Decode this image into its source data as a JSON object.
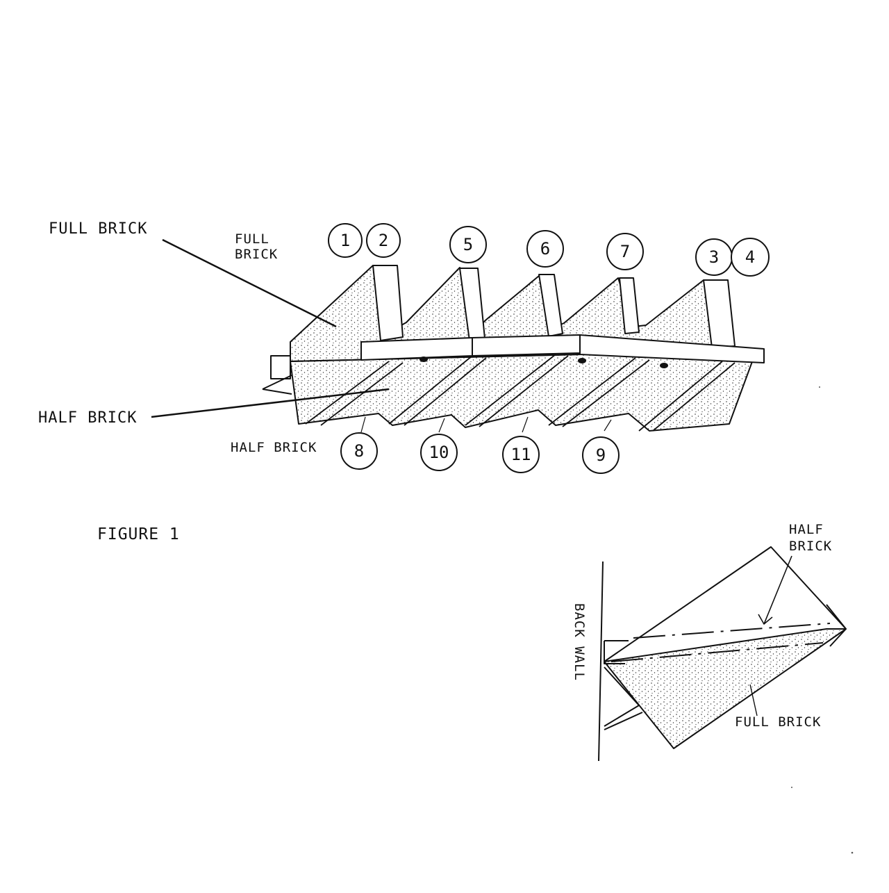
{
  "labels": {
    "full_brick_main": "FULL BRICK",
    "full_brick_small_line1": "FULL",
    "full_brick_small_line2": "BRICK",
    "half_brick_main": "HALF BRICK",
    "half_brick_small": "HALF BRICK",
    "figure_caption": "FIGURE 1",
    "detail_half_line1": "HALF",
    "detail_half_line2": "BRICK",
    "detail_full": "FULL BRICK",
    "back_wall": "BACK WALL"
  },
  "callouts_top": [
    "1",
    "2",
    "5",
    "6",
    "7",
    "3",
    "4"
  ],
  "callouts_bottom": [
    "8",
    "10",
    "11",
    "9"
  ]
}
